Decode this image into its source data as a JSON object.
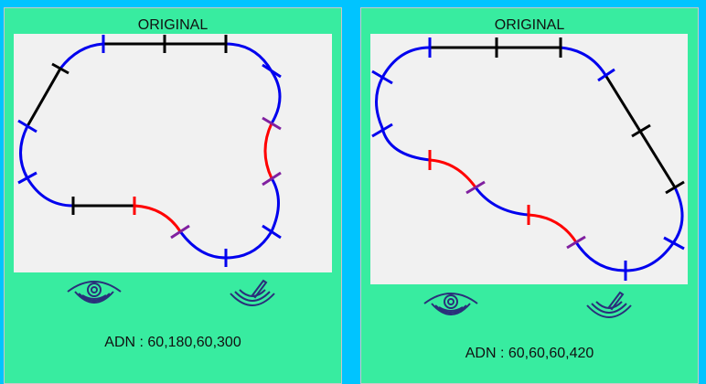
{
  "panels": [
    {
      "title": "ORIGINAL",
      "adn": "ADN : 60,180,60,300",
      "icons": [
        "eye-icon",
        "edit-icon"
      ]
    },
    {
      "title": "ORIGINAL",
      "adn": "ADN : 60,60,60,420",
      "icons": [
        "eye-icon",
        "edit-icon"
      ]
    }
  ],
  "colors": {
    "background": "#00c4ff",
    "panel": "#38eca0",
    "canvas": "#f1f1f1",
    "arc": "#0000ee",
    "red": "#ff0000",
    "line": "#000000",
    "icon": "#2a2f7a"
  }
}
